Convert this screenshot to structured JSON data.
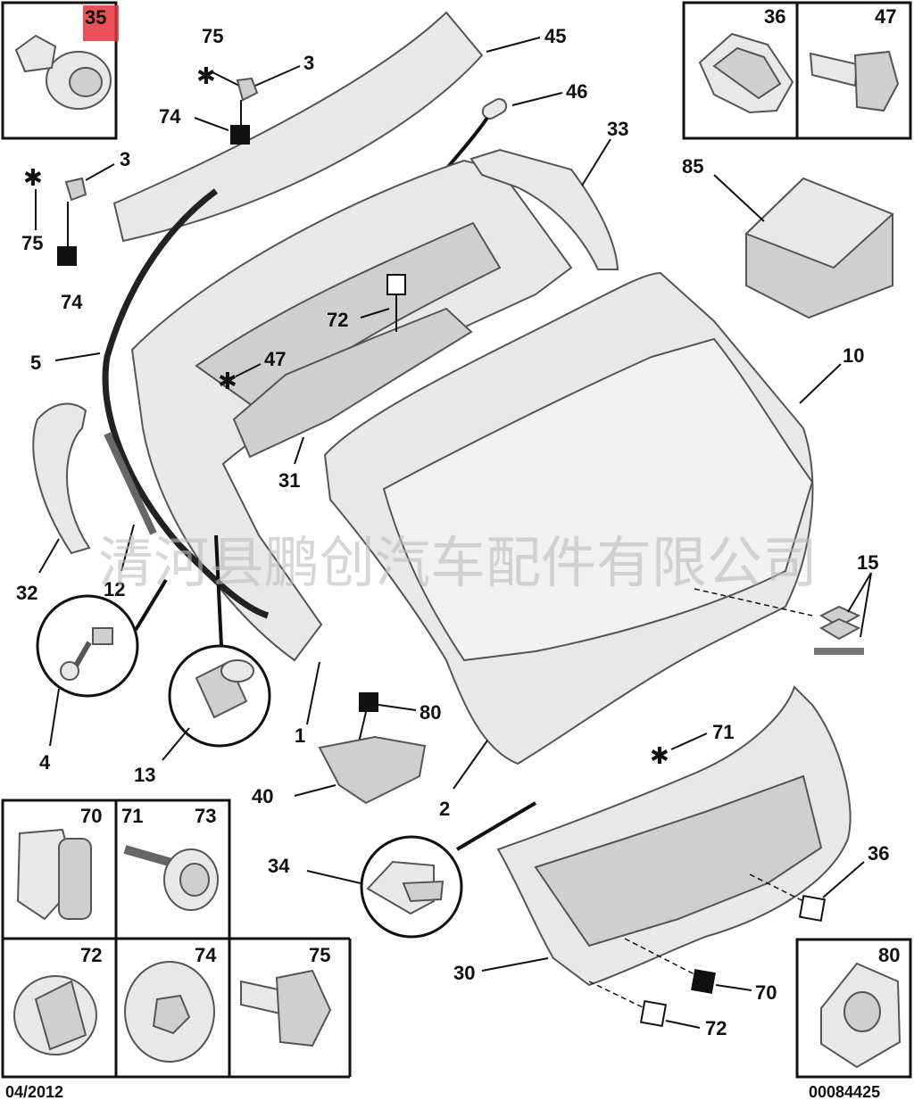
{
  "diagram": {
    "date_code": "04/2012",
    "reference_number": "00084425",
    "watermark": "清河县鹏创汽车配件有限公司",
    "highlight_color": "#e8343b",
    "callouts": {
      "c1": "1",
      "c2": "2",
      "c3a": "3",
      "c3b": "3",
      "c4": "4",
      "c5": "5",
      "c10": "10",
      "c12": "12",
      "c13": "13",
      "c15": "15",
      "c30": "30",
      "c31": "31",
      "c32": "32",
      "c33": "33",
      "c34": "34",
      "c36": "36",
      "c40": "40",
      "c45": "45",
      "c46": "46",
      "c47": "47",
      "c70": "70",
      "c71": "71",
      "c72a": "72",
      "c72b": "72",
      "c74a": "74",
      "c74b": "74",
      "c75a": "75",
      "c75b": "75",
      "c80": "80",
      "c85": "85"
    },
    "boxes": {
      "b35": "35",
      "b36": "36",
      "b47": "47",
      "b70": "70",
      "b71": "71",
      "b73": "73",
      "b72": "72",
      "b74": "74",
      "b75": "75",
      "b80": "80"
    }
  }
}
